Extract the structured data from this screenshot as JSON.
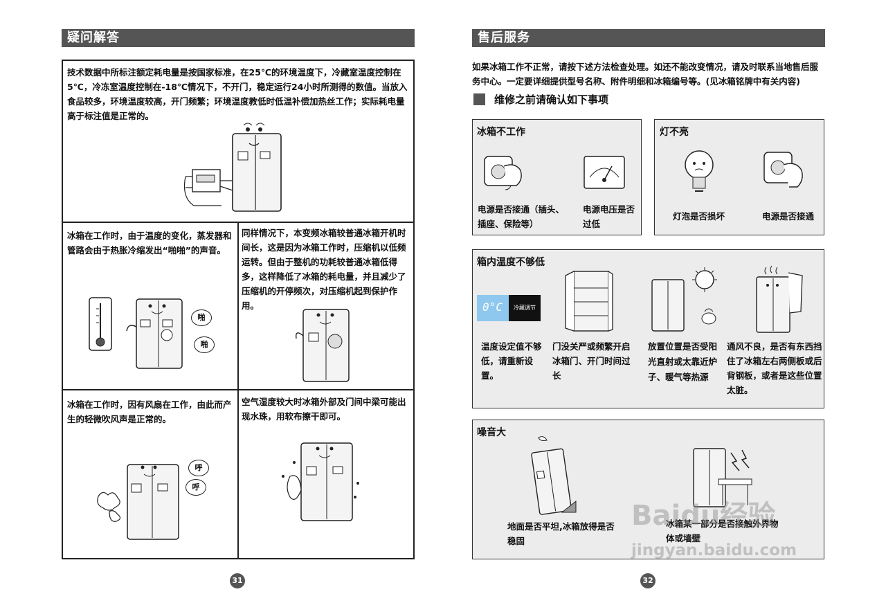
{
  "left": {
    "title": "疑问解答",
    "cells": {
      "top": "技术数据中所标注额定耗电量是按国家标准，在25℃的环境温度下，冷藏室温度控制在5℃，冷冻室温度控制在-18℃情况下，不开门，稳定运行24小时所测得的数值。当放入食品较多，环境温度较高，开门频繁；环境温度教低时低温补偿加热丝工作；实际耗电量高于标注值是正常的。",
      "mid_left": "冰箱在工作时，由于温度的变化，蒸发器和管路会由于热胀冷缩发出“啪啪”的声音。",
      "mid_right": "同样情况下，本变频冰箱较普通冰箱开机时间长，这是因为冰箱工作时，压缩机以低频运转。但由于整机的功耗较普通冰箱低得多，这样降低了冰箱的耗电量，并且减少了压缩机的开停频次，对压缩机起到保护作用。",
      "bot_left": "冰箱在工作时，因有风扇在工作，由此而产生的轻微吹风声是正常的。",
      "bot_right": "空气湿度较大时冰箱外部及门间中梁可能出现水珠，用软布擦干即可。"
    },
    "bubbles": {
      "pa1": "啪",
      "pa2": "啪",
      "hu1": "呼",
      "hu2": "呼"
    },
    "page_number": "31"
  },
  "right": {
    "title": "售后服务",
    "intro": "如果冰箱工作不正常，请按下述方法检查处理。如还不能改变情况，请及时联系当地售后服务中心。一定要详细提供型号名称、附件明细和冰箱编号等。(见冰箱铭牌中有关内容)",
    "subheading": "维修之前请确认如下事项",
    "not_working": {
      "title": "冰箱不工作",
      "cap1": "电源是否接通（插头、插座、保险等）",
      "cap2": "电源电压是否过低"
    },
    "light": {
      "title": "灯不亮",
      "cap1": "灯泡是否损坏",
      "cap2": "电源是否接通"
    },
    "temperature": {
      "title": "箱内温度不够低",
      "display_value": "0°C",
      "display_button": "冷藏调节",
      "cap1": "温度设定值不够低，请重新设置。",
      "cap2": "门没关严或频繁开启冰箱门、开门时间过长",
      "cap3": "放置位置是否受阳光直射或太靠近炉子、暖气等热源",
      "cap4": "通风不良，是否有东西挡住了冰箱左右两侧板或后背钢板，或者是这些位置太脏。"
    },
    "noise": {
      "title": "噪音大",
      "cap1": "地面是否平坦,冰箱放得是否稳固",
      "cap2": "冰箱某一部分是否接触外界物体或墙壁"
    },
    "page_number": "32"
  },
  "watermark": {
    "brand": "Baidu经验",
    "url": "jingyan.baidu.com"
  },
  "colors": {
    "bar": "#555555",
    "panel": "#ececec",
    "display": "#8ec8ee"
  }
}
